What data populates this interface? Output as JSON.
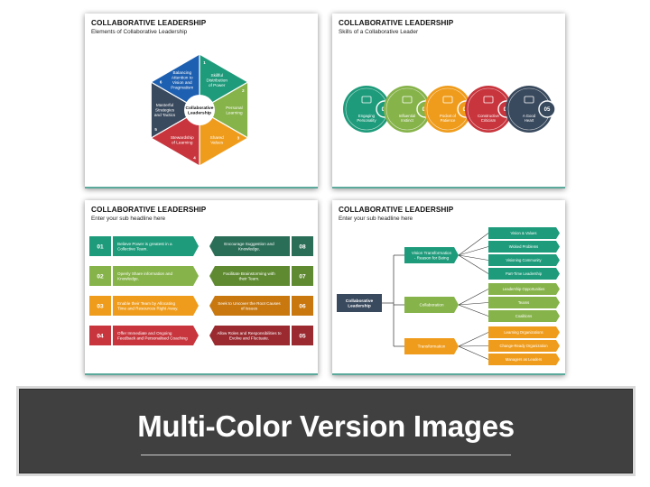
{
  "slide1": {
    "title": "COLLABORATIVE LEADERSHIP",
    "subtitle": "Elements of Collaborative Leadership",
    "center": [
      "Collaborative",
      "Leadership"
    ],
    "segments": [
      {
        "num": "1",
        "lines": [
          "Skillful",
          "Distribution",
          "of Power"
        ],
        "color": "#1e9b7b"
      },
      {
        "num": "2",
        "lines": [
          "Personal",
          "Learning"
        ],
        "color": "#86b34a"
      },
      {
        "num": "3",
        "lines": [
          "Shared",
          "Values"
        ],
        "color": "#ef9c1c"
      },
      {
        "num": "4",
        "lines": [
          "Stewardship",
          "of Learning"
        ],
        "color": "#c8353d"
      },
      {
        "num": "5",
        "lines": [
          "Masterful",
          "Strategies",
          "and Tactics"
        ],
        "color": "#3a4a5e"
      },
      {
        "num": "6",
        "lines": [
          "Balancing",
          "Attention to",
          "Vision and",
          "Pragmatism"
        ],
        "color": "#1d5fb0"
      }
    ]
  },
  "slide2": {
    "title": "COLLABORATIVE LEADERSHIP",
    "subtitle": "Skills of a Collaborative Leader",
    "items": [
      {
        "num": "01",
        "lines": [
          "Engaging",
          "Personality"
        ],
        "color": "#1e9b7b"
      },
      {
        "num": "02",
        "lines": [
          "Influential",
          "Instinct"
        ],
        "color": "#86b34a"
      },
      {
        "num": "03",
        "lines": [
          "Pocket of",
          "Patience"
        ],
        "color": "#ef9c1c"
      },
      {
        "num": "04",
        "lines": [
          "Constructive",
          "Criticism"
        ],
        "color": "#c8353d"
      },
      {
        "num": "05",
        "lines": [
          "A Good",
          "Heart"
        ],
        "color": "#3a4a5e"
      }
    ]
  },
  "slide3": {
    "title": "COLLABORATIVE LEADERSHIP",
    "subtitle": "Enter your sub headline here",
    "left": [
      {
        "num": "01",
        "lines": [
          "Believe Power is greatest in a",
          "Collective Team."
        ],
        "color": "#1e9b7b"
      },
      {
        "num": "02",
        "lines": [
          "Openly Share information and",
          "Knowledge."
        ],
        "color": "#86b34a"
      },
      {
        "num": "03",
        "lines": [
          "Enable their Team by Allocating",
          "Time and Resources Right Away."
        ],
        "color": "#ef9c1c"
      },
      {
        "num": "04",
        "lines": [
          "Offer Immediate and Ongoing",
          "Feedback and Personalised Coaching"
        ],
        "color": "#c8353d"
      }
    ],
    "right": [
      {
        "num": "08",
        "lines": [
          "Encourage Suggestion and",
          "Knowledge."
        ],
        "color": "#2b6e57"
      },
      {
        "num": "07",
        "lines": [
          "Facilitate Brainstorming with",
          "their Team."
        ],
        "color": "#5f8a32"
      },
      {
        "num": "06",
        "lines": [
          "Seek to Uncover the Root Causes",
          "of Issues"
        ],
        "color": "#c9780f"
      },
      {
        "num": "05",
        "lines": [
          "Allow Roles and Responsibilities to",
          "Evolve and Fluctuate."
        ],
        "color": "#9a2a30"
      }
    ]
  },
  "slide4": {
    "title": "COLLABORATIVE LEADERSHIP",
    "subtitle": "Enter your sub headline here",
    "root": [
      "Collaborative",
      "Leadership"
    ],
    "branches": [
      {
        "lines": [
          "Vision Transformation",
          "- Reason for Being"
        ],
        "color": "#1e9b7b",
        "leaves": [
          "Vision & Values",
          "Wicked Problems",
          "Visioning Community",
          "Part-Time Leadership"
        ]
      },
      {
        "lines": [
          "Collaboration"
        ],
        "color": "#86b34a",
        "leaves": [
          "Leadership Opportunities",
          "Teams",
          "Coalitions"
        ]
      },
      {
        "lines": [
          "Transformation"
        ],
        "color": "#ef9c1c",
        "leaves": [
          "Learning Organizations",
          "Change-Ready Organization",
          "Managers as Leaders"
        ]
      }
    ]
  },
  "banner": {
    "text": "Multi-Color Version Images"
  }
}
